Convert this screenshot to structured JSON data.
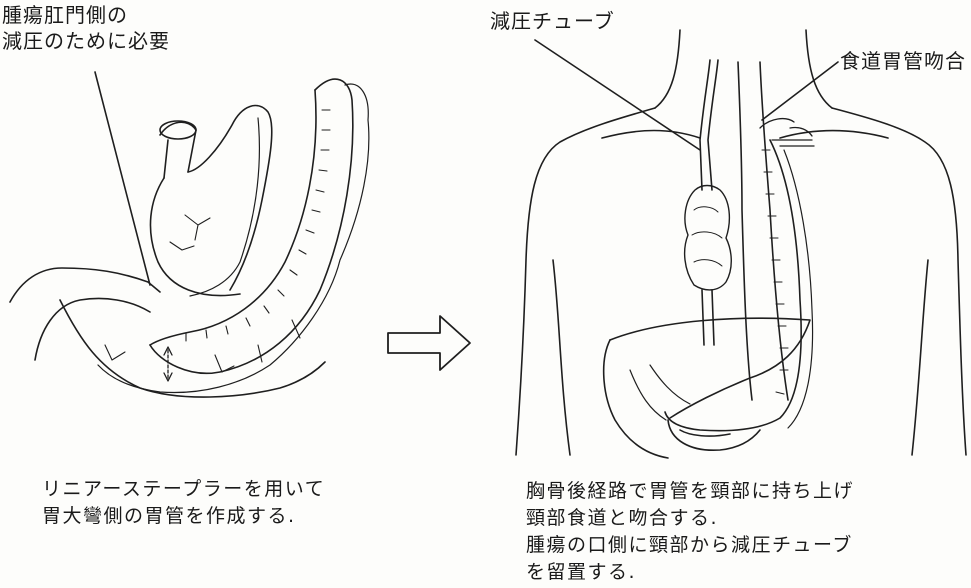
{
  "labels": {
    "left_top_line1": "腫瘍肛門側の",
    "left_top_line2": "減圧のために必要",
    "decompression_tube": "減圧チューブ",
    "anastomosis": "食道胃管吻合"
  },
  "captions": {
    "left": [
      "リニアーステープラーを用いて",
      "胃大彎側の胃管を作成する."
    ],
    "right": [
      "胸骨後経路で胃管を頸部に持ち上げ",
      "頸部食道と吻合する.",
      "腫瘍の口側に頸部から減圧チューブ",
      "を留置する."
    ]
  },
  "icons": {
    "arrow": "right-arrow-icon"
  }
}
